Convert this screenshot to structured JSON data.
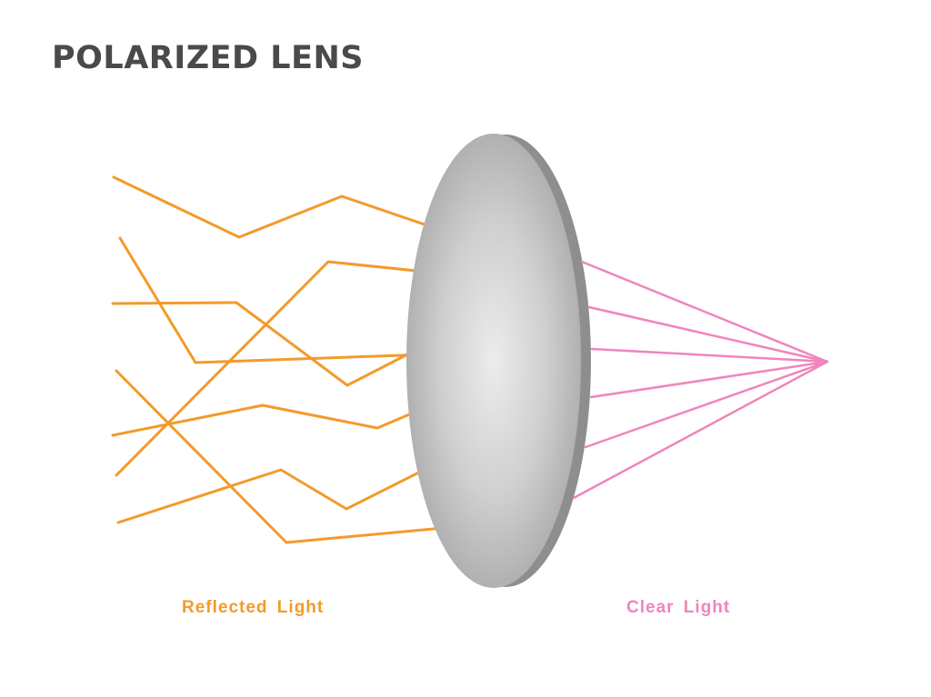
{
  "title": "POLARIZED LENS",
  "labels": {
    "reflected": "Reflected Light",
    "clear": "Clear Light"
  },
  "colors": {
    "reflected_light": "#F39A2B",
    "clear_light": "#EF85BC",
    "title_text": "#4A4A4A",
    "lens_edge": "#8E8E8E",
    "lens_center": "#ECECEC",
    "lens_rim": "#A9A9A9"
  },
  "icons": [
    "lens-icon"
  ]
}
